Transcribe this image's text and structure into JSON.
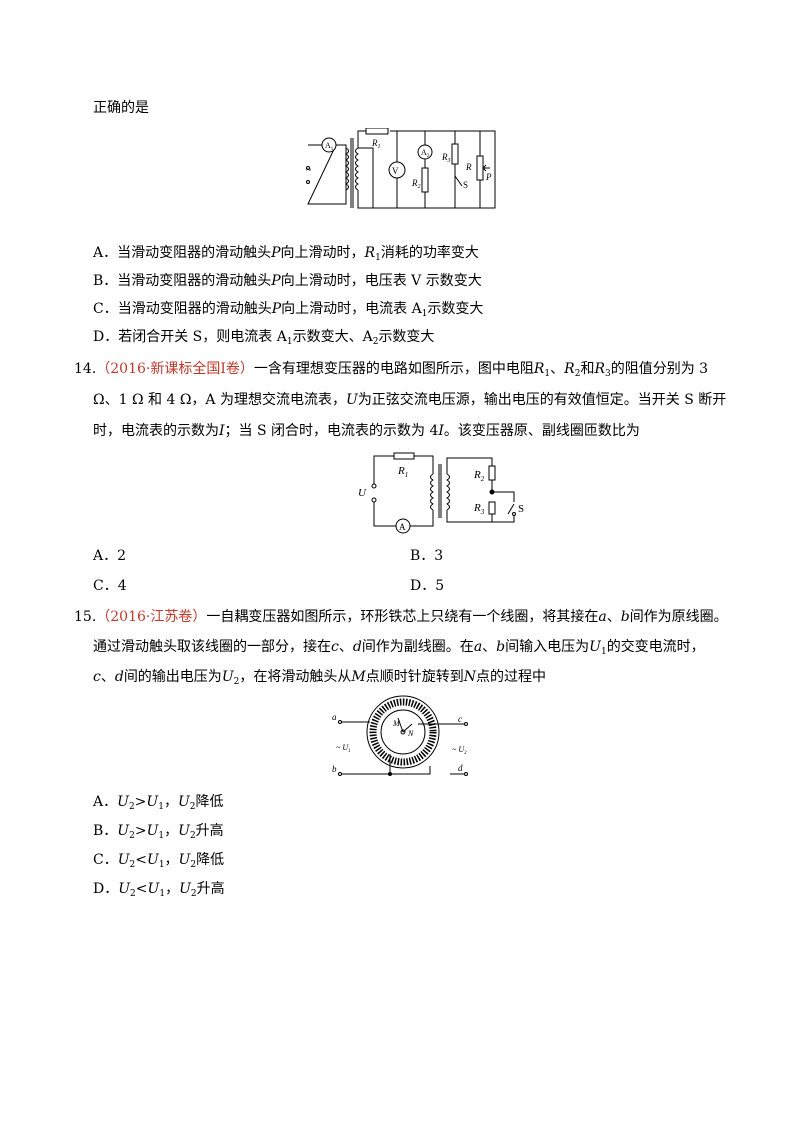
{
  "intro": "正确的是",
  "q13": {
    "opt_a": {
      "label": "A．",
      "t1": "当滑动变阻器的滑动触头",
      "p": "P",
      "t2": "向上滑动时，",
      "r": "R",
      "rsub": "1",
      "t3": "消耗的功率变大"
    },
    "opt_b": {
      "label": "B．",
      "t1": "当滑动变阻器的滑动触头",
      "p": "P",
      "t2": "向上滑动时，电压表 V 示数变大"
    },
    "opt_c": {
      "label": "C．",
      "t1": "当滑动变阻器的滑动触头",
      "p": "P",
      "t2": "向上滑动时，电流表 A",
      "sub": "1",
      "t3": "示数变大"
    },
    "opt_d": {
      "label": "D．",
      "t1": "若闭合开关 S，则电流表 A",
      "sub1": "1",
      "t2": "示数变大、A",
      "sub2": "2",
      "t3": "示数变大"
    },
    "fig": {
      "a1": "A",
      "a1sub": "1",
      "a2": "A",
      "a2sub": "2",
      "v": "V",
      "r1": "R",
      "r1sub": "1",
      "r2": "R",
      "r2sub": "2",
      "r3": "R",
      "r3sub": "3",
      "r": "R",
      "p": "P",
      "s": "S",
      "ac": "~"
    }
  },
  "q14": {
    "num": "14.",
    "source": "（2016·新课标全国Ⅰ卷）",
    "l1a": "一含有理想变压器的电路如图所示，图中电阻",
    "r": "R",
    "s1": "1",
    "sep1": "、",
    "s2": "2",
    "he": "和",
    "s3": "3",
    "l1b": "的阻值分别为 3",
    "l2a": "Ω、1 Ω 和 4 Ω，A 为理想交流电流表，",
    "u": "U",
    "l2b": "为正弦交流电压源，输出电压的有效值恒定。当开关 S 断开",
    "l3a": "时，电流表的示数为",
    "i": "I",
    "l3b": "；当 S 闭合时，电流表的示数为 4",
    "i2": "I",
    "l3c": "。该变压器原、副线圈匝数比为",
    "options": [
      {
        "label": "A．",
        "value": "2"
      },
      {
        "label": "B．",
        "value": "3"
      },
      {
        "label": "C．",
        "value": "4"
      },
      {
        "label": "D．",
        "value": "5"
      }
    ],
    "fig": {
      "u": "U",
      "r1": "R",
      "r1sub": "1",
      "r2": "R",
      "r2sub": "2",
      "r3": "R",
      "r3sub": "3",
      "a": "A",
      "s": "S"
    }
  },
  "q15": {
    "num": "15.",
    "source": "（2016·江苏卷）",
    "l1a": "一自耦变压器如图所示，环形铁芯上只绕有一个线圈，将其接在",
    "a": "a",
    "sep": "、",
    "b": "b",
    "l1b": "间作为原线圈。",
    "l2a": "通过滑动触头取该线圈的一部分，接在",
    "c": "c",
    "d": "d",
    "l2b": "间作为副线圈。在",
    "l2c": "间输入电压为",
    "u": "U",
    "s1": "1",
    "l2d": "的交变电流时，",
    "l3a": "间的输出电压为",
    "s2": "2",
    "l3b": "，在将滑动触头从",
    "m": "M",
    "l3c": "点顺时针旋转到",
    "n": "N",
    "l3d": "点的过程中",
    "options": [
      {
        "label": "A．",
        "rel": ">",
        "tail": "降低"
      },
      {
        "label": "B．",
        "rel": ">",
        "tail": "升高"
      },
      {
        "label": "C．",
        "rel": "<",
        "tail": "降低"
      },
      {
        "label": "D．",
        "rel": "<",
        "tail": "升高"
      }
    ],
    "fig": {
      "a": "a",
      "b": "b",
      "c": "c",
      "d": "d",
      "u1": "~ U",
      "u1sub": "1",
      "u2": "~ U",
      "u2sub": "2",
      "m": "M",
      "n": "N"
    }
  }
}
